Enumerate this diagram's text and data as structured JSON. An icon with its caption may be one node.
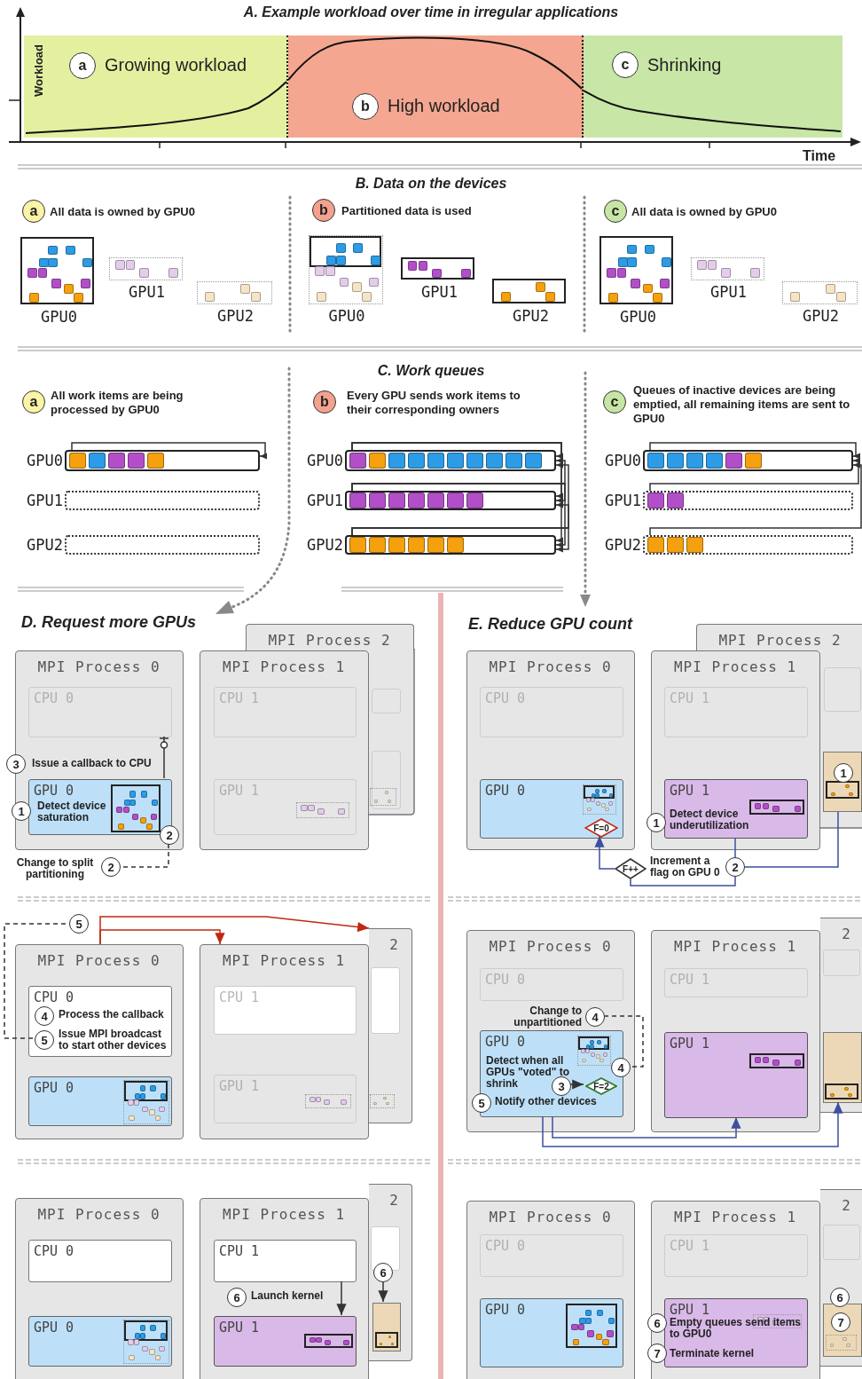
{
  "diagram": {
    "nodes": [
      {
        "text": [],
        "shape": "box"
      },
      {
        "text": [
          "a"
        ],
        "in": 0,
        "beside": [
          "Growing workload"
        ]
      },
      {
        "text": [],
        "shape": "box"
      },
      {
        "text": [
          "b"
        ],
        "in": 2,
        "beside": [
          "High workload"
        ]
      },
      {
        "text": [],
        "shape": "box"
      },
      {
        "text": [
          "c"
        ],
        "in": 4,
        "beside": [
          "Shrinking"
        ]
      },
      {
        "text": [
          "a"
        ],
        "beside": [
          "All data is owned by GPU0"
        ]
      },
      {
        "text": [
          "GPU0"
        ]
      },
      {
        "text": [
          "GPU1"
        ]
      },
      {
        "text": [
          "GPU2"
        ]
      },
      {
        "text": [
          "b"
        ],
        "beside": [
          "Partitioned data is used"
        ]
      },
      {
        "text": [
          "GPU0"
        ]
      },
      {
        "text": [
          "GPU1"
        ]
      },
      {
        "text": [
          "GPU2"
        ]
      },
      {
        "text": [
          "c"
        ],
        "beside": [
          "All data is owned by GPU0"
        ]
      },
      {
        "text": [
          "GPU0"
        ]
      },
      {
        "text": [
          "GPU1"
        ]
      },
      {
        "text": [
          "GPU2"
        ]
      },
      {
        "text": [
          "a"
        ],
        "beside": [
          "All work items are being processed by GPU0"
        ]
      },
      {
        "text": [
          "GPU0"
        ]
      },
      {
        "text": [
          "GPU1"
        ]
      },
      {
        "text": [
          "GPU2"
        ]
      },
      {
        "text": [
          "b"
        ],
        "beside": [
          "Every GPU sends work items to their corresponding owners"
        ]
      },
      {
        "text": [
          "GPU0"
        ]
      },
      {
        "text": [
          "GPU1"
        ]
      },
      {
        "text": [
          "GPU2"
        ]
      },
      {
        "text": [
          "c"
        ],
        "beside": [
          "Queues of inactive devices are being emptied, all remaining items are sent to GPU0"
        ]
      },
      {
        "text": [
          "GPU0"
        ]
      },
      {
        "text": [
          "GPU1"
        ]
      },
      {
        "text": [
          "GPU2"
        ]
      },
      {
        "text": [
          "MPI Process 0"
        ]
      },
      {
        "text": [
          "CPU 0"
        ],
        "in": 30
      },
      {
        "text": [
          "GPU 0"
        ],
        "in": 30
      },
      {
        "text": [
          "1"
        ],
        "beside": [
          "Detect device saturation"
        ]
      },
      {
        "text": [
          "3"
        ],
        "beside": [
          "Issue a callback to CPU"
        ]
      },
      {
        "text": [
          "2"
        ],
        "in": 30
      },
      {
        "text": [
          "2"
        ],
        "beside": [
          "Change to split partitioning"
        ]
      },
      {
        "text": [
          "MPI Process 2"
        ]
      },
      {
        "text": [
          "MPI Process 1"
        ]
      },
      {
        "text": [
          "CPU 1"
        ],
        "in": 38
      },
      {
        "text": [
          "GPU 1"
        ],
        "in": 38
      },
      {
        "text": [
          "5"
        ]
      },
      {
        "text": [
          "MPI Process 0"
        ]
      },
      {
        "text": [
          "CPU 0"
        ],
        "in": 42
      },
      {
        "text": [
          "4"
        ],
        "in": 43,
        "beside": [
          "Process the callback"
        ]
      },
      {
        "text": [
          "5"
        ],
        "in": 43,
        "beside": [
          "Issue MPI broadcast to start other devices"
        ]
      },
      {
        "text": [
          "GPU 0"
        ],
        "in": 42
      },
      {
        "text": [
          "2"
        ]
      },
      {
        "text": [
          "MPI Process 1"
        ]
      },
      {
        "text": [
          "CPU 1"
        ],
        "in": 48
      },
      {
        "text": [
          "GPU 1"
        ],
        "in": 48
      },
      {
        "text": [
          "MPI Process 0"
        ]
      },
      {
        "text": [
          "CPU 0"
        ],
        "in": 51
      },
      {
        "text": [
          "GPU 0"
        ],
        "in": 51
      },
      {
        "text": [
          "2"
        ]
      },
      {
        "text": [
          "6"
        ],
        "in": 54
      },
      {
        "text": [],
        "shape": "box",
        "in": 54
      },
      {
        "text": [
          "MPI Process 1"
        ]
      },
      {
        "text": [
          "CPU 1"
        ],
        "in": 57
      },
      {
        "text": [
          "GPU 1"
        ],
        "in": 57
      },
      {
        "text": [
          "6"
        ],
        "in": 57,
        "beside": [
          "Launch kernel"
        ]
      },
      {
        "text": [
          "MPI Process 0"
        ]
      },
      {
        "text": [
          "CPU 0"
        ],
        "in": 61
      },
      {
        "text": [
          "GPU 0"
        ],
        "in": 61
      },
      {
        "text": [
          "F=0"
        ],
        "in": 63
      },
      {
        "text": [
          "MPI Process 2"
        ]
      },
      {
        "text": [],
        "shape": "box"
      },
      {
        "text": [
          "1"
        ],
        "in": 66
      },
      {
        "text": [
          "MPI Process 1"
        ]
      },
      {
        "text": [
          "CPU 1"
        ],
        "in": 68
      },
      {
        "text": [
          "GPU 1"
        ],
        "in": 68
      },
      {
        "text": [
          "1"
        ],
        "beside": [
          "Detect device underutilization"
        ]
      },
      {
        "text": [
          "F++"
        ]
      },
      {
        "text": [
          "2"
        ],
        "beside": [
          "Increment a flag on GPU 0"
        ]
      },
      {
        "text": [
          "MPI Process 0"
        ]
      },
      {
        "text": [
          "CPU 0"
        ],
        "in": 74
      },
      {
        "text": [
          "GPU 0",
          "Detect when all GPUs \"voted\" to shrink"
        ],
        "in": 74
      },
      {
        "text": [
          "3"
        ],
        "in": 76
      },
      {
        "text": [
          "F=2"
        ],
        "in": 76
      },
      {
        "text": [
          "4"
        ],
        "in": 74
      },
      {
        "text": [
          "5"
        ],
        "in": 74,
        "beside": [
          "Notify other devices"
        ]
      },
      {
        "text": [
          "4"
        ],
        "in": 74,
        "beside": [
          "Change to unpartitioned"
        ]
      },
      {
        "text": [
          "2"
        ]
      },
      {
        "text": [],
        "shape": "box",
        "in": 82
      },
      {
        "text": [
          "MPI Process 1"
        ]
      },
      {
        "text": [
          "CPU 1"
        ],
        "in": 84
      },
      {
        "text": [
          "GPU 1"
        ],
        "in": 84
      },
      {
        "text": [
          "MPI Process 0"
        ]
      },
      {
        "text": [
          "CPU 0"
        ],
        "in": 87
      },
      {
        "text": [
          "GPU 0"
        ],
        "in": 87
      },
      {
        "text": [
          "2"
        ]
      },
      {
        "text": [],
        "shape": "box",
        "in": 90
      },
      {
        "text": [
          "6"
        ],
        "in": 90
      },
      {
        "text": [
          "7"
        ],
        "in": 91
      },
      {
        "text": [
          "MPI Process 1"
        ]
      },
      {
        "text": [
          "CPU 1"
        ],
        "in": 94
      },
      {
        "text": [
          "GPU 1"
        ],
        "in": 94
      },
      {
        "text": [
          "6"
        ],
        "beside": [
          "Empty queues send items to GPU0"
        ]
      },
      {
        "text": [
          "7"
        ],
        "beside": [
          "Terminate kernel"
        ]
      }
    ],
    "edges": [
      {
        "from": 19,
        "to": 19,
        "arrow": "to"
      },
      {
        "from": 23,
        "to": 23,
        "arrow": "to"
      },
      {
        "from": 23,
        "to": 24,
        "arrow": "to"
      },
      {
        "from": 23,
        "to": 25,
        "arrow": "to"
      },
      {
        "from": 24,
        "to": 23,
        "arrow": "to"
      },
      {
        "from": 24,
        "to": 24,
        "arrow": "to"
      },
      {
        "from": 24,
        "to": 25,
        "arrow": "to"
      },
      {
        "from": 25,
        "to": 23,
        "arrow": "to"
      },
      {
        "from": 25,
        "to": 24,
        "arrow": "to"
      },
      {
        "from": 25,
        "to": 25,
        "arrow": "to"
      },
      {
        "from": 27,
        "to": 27,
        "arrow": "to"
      },
      {
        "from": 28,
        "to": 27,
        "arrow": "to"
      },
      {
        "from": 29,
        "to": 27,
        "arrow": "to"
      },
      {
        "from": 32,
        "to": 31,
        "arrow": "other"
      },
      {
        "from": 35,
        "to": 36,
        "arrow": "none",
        "style": "dashed"
      },
      {
        "from": 45,
        "to": 41,
        "arrow": "none",
        "style": "dashed"
      },
      {
        "from": 42,
        "to": 48,
        "arrow": "to",
        "color": "#c0280f"
      },
      {
        "from": 42,
        "to": 47,
        "arrow": "to",
        "color": "#c0280f"
      },
      {
        "from": 55,
        "to": 56,
        "arrow": "to"
      },
      {
        "from": 58,
        "to": 59,
        "arrow": "to"
      },
      {
        "from": 70,
        "to": 73,
        "arrow": "none",
        "color": "#3d4fa0"
      },
      {
        "from": 66,
        "to": 73,
        "arrow": "none",
        "color": "#3d4fa0"
      },
      {
        "from": 73,
        "to": 72,
        "arrow": "none",
        "color": "#3d4fa0"
      },
      {
        "from": 72,
        "to": 64,
        "arrow": "to",
        "color": "#3d4fa0"
      },
      {
        "from": 77,
        "to": 78,
        "arrow": "to"
      },
      {
        "from": 81,
        "to": 79,
        "arrow": "none",
        "style": "dashed"
      },
      {
        "from": 76,
        "to": 86,
        "arrow": "to",
        "color": "#3d4fa0"
      },
      {
        "from": 76,
        "to": 83,
        "arrow": "to",
        "color": "#3d4fa0"
      }
    ],
    "labels": [
      "A. Example workload over time in irregular applications",
      "Workload",
      "Time",
      "B. Data on the devices",
      "C. Work queues",
      "D. Request more GPUs",
      "E. Reduce GPU count"
    ]
  }
}
